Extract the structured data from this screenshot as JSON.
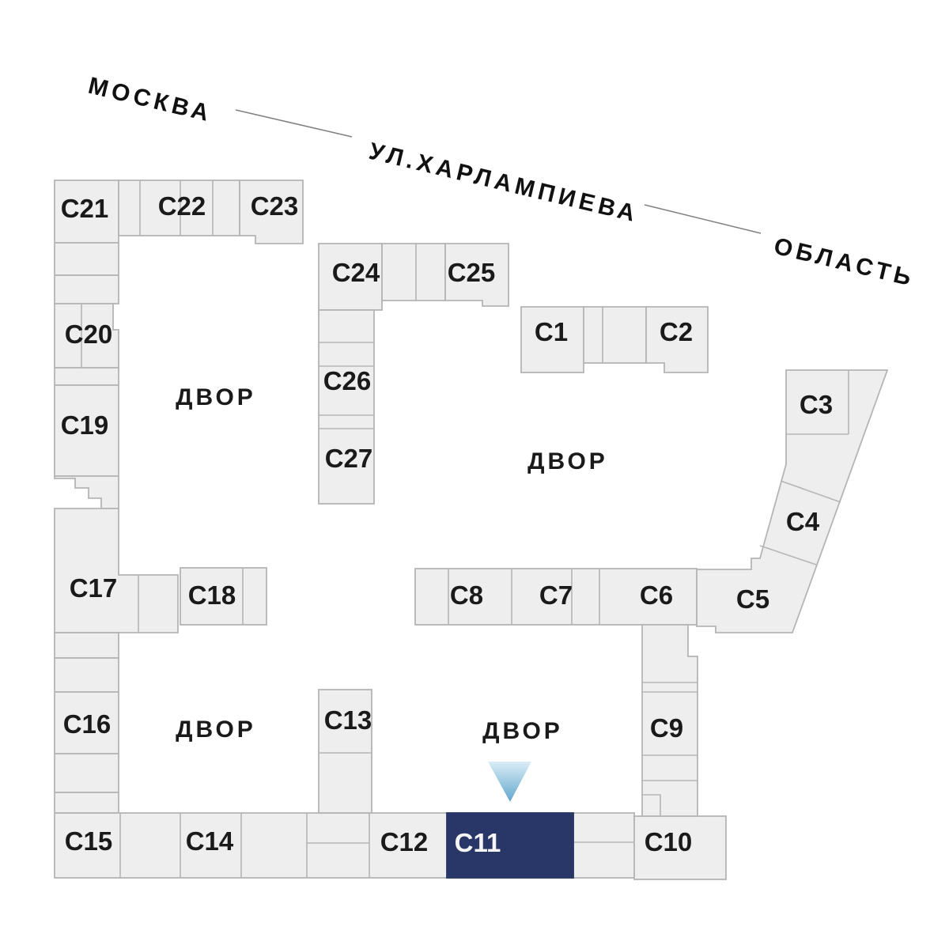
{
  "street": {
    "city": "МОСКВА",
    "name": "УЛ.ХАРЛАМПИЕВА",
    "region": "ОБЛАСТЬ"
  },
  "courtyards": [
    "ДВОР",
    "ДВОР",
    "ДВОР",
    "ДВОР"
  ],
  "sections": [
    {
      "label": "С1"
    },
    {
      "label": "С2"
    },
    {
      "label": "С3"
    },
    {
      "label": "С4"
    },
    {
      "label": "С5"
    },
    {
      "label": "С6"
    },
    {
      "label": "С7"
    },
    {
      "label": "С8"
    },
    {
      "label": "С9"
    },
    {
      "label": "С10"
    },
    {
      "label": "С11"
    },
    {
      "label": "С12"
    },
    {
      "label": "С13"
    },
    {
      "label": "С14"
    },
    {
      "label": "С15"
    },
    {
      "label": "С16"
    },
    {
      "label": "С17"
    },
    {
      "label": "С18"
    },
    {
      "label": "С19"
    },
    {
      "label": "С20"
    },
    {
      "label": "С21"
    },
    {
      "label": "С22"
    },
    {
      "label": "С23"
    },
    {
      "label": "С24"
    },
    {
      "label": "С25"
    },
    {
      "label": "С26"
    },
    {
      "label": "С27"
    }
  ],
  "selected_section": "С11",
  "colors": {
    "building_fill": "#eeeeee",
    "building_border": "#b5b5b5",
    "highlight": "#283768",
    "highlight_label": "#f5f5f5",
    "label": "#1a1a1a",
    "arrow_top": "#d9edf6",
    "arrow_bottom": "#63a7cd",
    "street_line": "#808080"
  }
}
